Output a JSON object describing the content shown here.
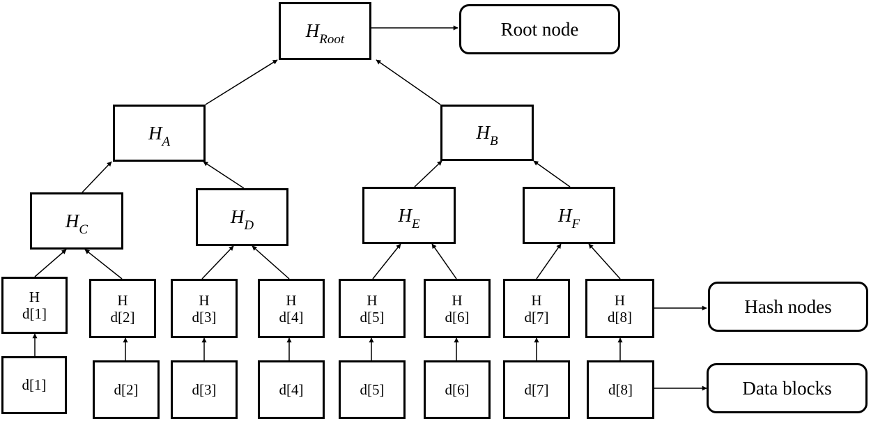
{
  "root": {
    "base": "H",
    "sub": "Root"
  },
  "level1": [
    {
      "base": "H",
      "sub": "A"
    },
    {
      "base": "H",
      "sub": "B"
    }
  ],
  "level2": [
    {
      "base": "H",
      "sub": "C"
    },
    {
      "base": "H",
      "sub": "D"
    },
    {
      "base": "H",
      "sub": "E"
    },
    {
      "base": "H",
      "sub": "F"
    }
  ],
  "hash_leaves": [
    {
      "top": "H",
      "bottom": "d[1]"
    },
    {
      "top": "H",
      "bottom": "d[2]"
    },
    {
      "top": "H",
      "bottom": "d[3]"
    },
    {
      "top": "H",
      "bottom": "d[4]"
    },
    {
      "top": "H",
      "bottom": "d[5]"
    },
    {
      "top": "H",
      "bottom": "d[6]"
    },
    {
      "top": "H",
      "bottom": "d[7]"
    },
    {
      "top": "H",
      "bottom": "d[8]"
    }
  ],
  "data_blocks": [
    "d[1]",
    "d[2]",
    "d[3]",
    "d[4]",
    "d[5]",
    "d[6]",
    "d[7]",
    "d[8]"
  ],
  "labels": {
    "root_node": "Root node",
    "hash_nodes": "Hash nodes",
    "data_blocks": "Data blocks"
  }
}
